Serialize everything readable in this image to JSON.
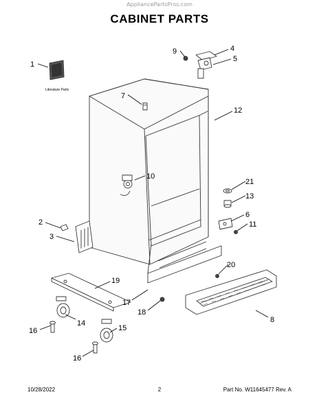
{
  "header": {
    "watermark": "AppliancePartsPros.com",
    "title": "CABINET PARTS"
  },
  "literature_label": "Literature Parts",
  "callouts": [
    "1",
    "2",
    "3",
    "4",
    "5",
    "6",
    "7",
    "8",
    "9",
    "10",
    "11",
    "12",
    "13",
    "14",
    "15",
    "16",
    "16",
    "17",
    "18",
    "19",
    "20",
    "21"
  ],
  "footer": {
    "date": "10/28/2022",
    "page": "2",
    "part_no": "Part No. W11645477  Rev. A"
  }
}
